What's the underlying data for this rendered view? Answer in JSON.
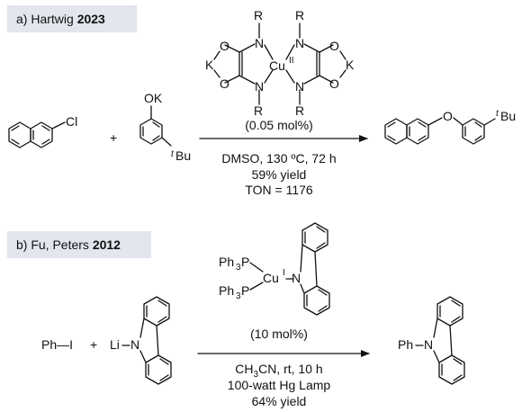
{
  "panel_a": {
    "label_prefix": "a) Hartwig ",
    "label_year": "2023",
    "reagent_cl": "Cl",
    "plus": "+",
    "reagent_ok": "OK",
    "tbu_t": "t",
    "tbu_bu": "Bu",
    "catalyst": {
      "r": "R",
      "n": "N",
      "o": "O",
      "k": "K",
      "cu": "Cu",
      "cu_ox": "II"
    },
    "loading": "(0.05 mol%)",
    "conditions": "DMSO, 130 ºC, 72 h",
    "yield": "59% yield",
    "ton": "TON = 1176",
    "product_o": "O"
  },
  "panel_b": {
    "label_prefix": "b) Fu, Peters ",
    "label_year": "2012",
    "ph3p": "Ph",
    "ph3p_sub": "3",
    "p": "P",
    "cu": "Cu",
    "cu_ox": "I",
    "n": "N",
    "loading": "(10 mol%)",
    "reagent_phi": "Ph—I",
    "plus": "+",
    "li": "Li",
    "solvent": "CH",
    "solvent_sub": "3",
    "solvent_rest": "CN, rt, 10 h",
    "lamp": "100-watt Hg Lamp",
    "yield": "64% yield",
    "product_ph": "Ph"
  }
}
